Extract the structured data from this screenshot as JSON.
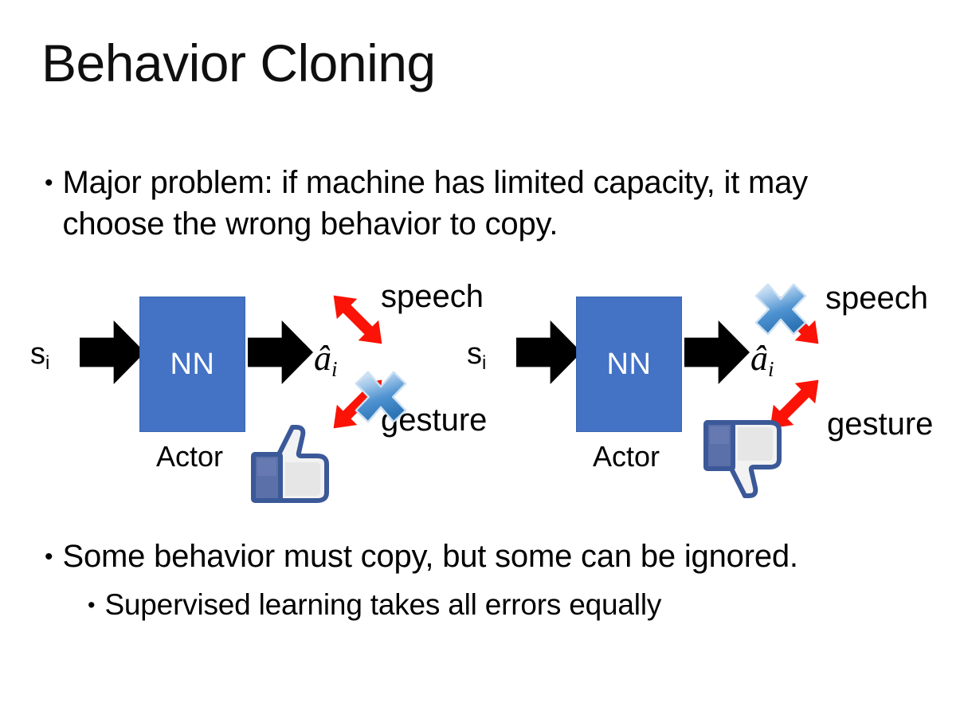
{
  "slide": {
    "title": "Behavior Cloning",
    "background_color": "#FFFFFF",
    "bullets_top": [
      {
        "marker": "•",
        "text": "Major problem: if machine has limited capacity, it may choose the wrong behavior to copy.",
        "level": 1
      }
    ],
    "bullets_bottom": [
      {
        "marker": "•",
        "text": "Some behavior must copy, but some can be ignored.",
        "level": 1
      },
      {
        "marker": "•",
        "text": "Supervised learning takes all errors equally",
        "level": 2
      }
    ]
  },
  "colors": {
    "nn_box_fill": "#4472C4",
    "nn_box_border": "#3B66B0",
    "nn_text": "#FFFFFF",
    "arrow_black": "#000000",
    "arrow_red": "#FA1306",
    "cross_blue_light": "#CFE0F5",
    "cross_blue_mid": "#5B9BD5",
    "cross_blue_dark": "#2E75B6",
    "thumb_outline": "#3B5998",
    "thumb_cuff": "#5B6FA8",
    "thumb_fill": "#F2F2F2",
    "text_black": "#000000"
  },
  "diagrams": [
    {
      "id": "left",
      "state_label": "s",
      "state_subscript": "i",
      "box_label": "NN",
      "box_caption": "Actor",
      "action_label": "â",
      "action_subscript": "i",
      "outcomes": [
        {
          "name": "speech",
          "label": "speech",
          "crossed_out": false,
          "direction": "up-right"
        },
        {
          "name": "gesture",
          "label": "gesture",
          "crossed_out": true,
          "direction": "down-right"
        }
      ],
      "feedback_icon": "thumbs-up",
      "feedback_meaning": "good"
    },
    {
      "id": "right",
      "state_label": "s",
      "state_subscript": "i",
      "box_label": "NN",
      "box_caption": "Actor",
      "action_label": "â",
      "action_subscript": "i",
      "outcomes": [
        {
          "name": "speech",
          "label": "speech",
          "crossed_out": true,
          "direction": "up-right"
        },
        {
          "name": "gesture",
          "label": "gesture",
          "crossed_out": false,
          "direction": "down-right"
        }
      ],
      "feedback_icon": "thumbs-down",
      "feedback_meaning": "bad"
    }
  ]
}
